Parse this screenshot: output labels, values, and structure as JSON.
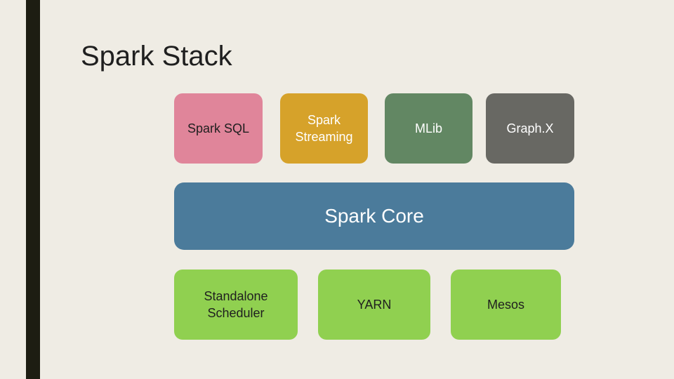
{
  "slide": {
    "title": "Spark Stack"
  },
  "diagram": {
    "libraries": [
      {
        "label": "Spark SQL",
        "color": "#e0859a",
        "text_color": "#1f1f1f"
      },
      {
        "label": "Spark\nStreaming",
        "color": "#d6a22a",
        "text_color": "#ffffff"
      },
      {
        "label": "MLib",
        "color": "#628763",
        "text_color": "#ffffff"
      },
      {
        "label": "Graph.X",
        "color": "#686863",
        "text_color": "#ffffff"
      }
    ],
    "core": {
      "label": "Spark Core",
      "color": "#4b7b9b",
      "text_color": "#ffffff"
    },
    "schedulers": [
      {
        "label": "Standalone\nScheduler",
        "color": "#90d050",
        "text_color": "#1f1f1f"
      },
      {
        "label": "YARN",
        "color": "#90d050",
        "text_color": "#1f1f1f"
      },
      {
        "label": "Mesos",
        "color": "#90d050",
        "text_color": "#1f1f1f"
      }
    ],
    "accent_bar_color": "#1d1d12",
    "background_color": "#efece4"
  }
}
